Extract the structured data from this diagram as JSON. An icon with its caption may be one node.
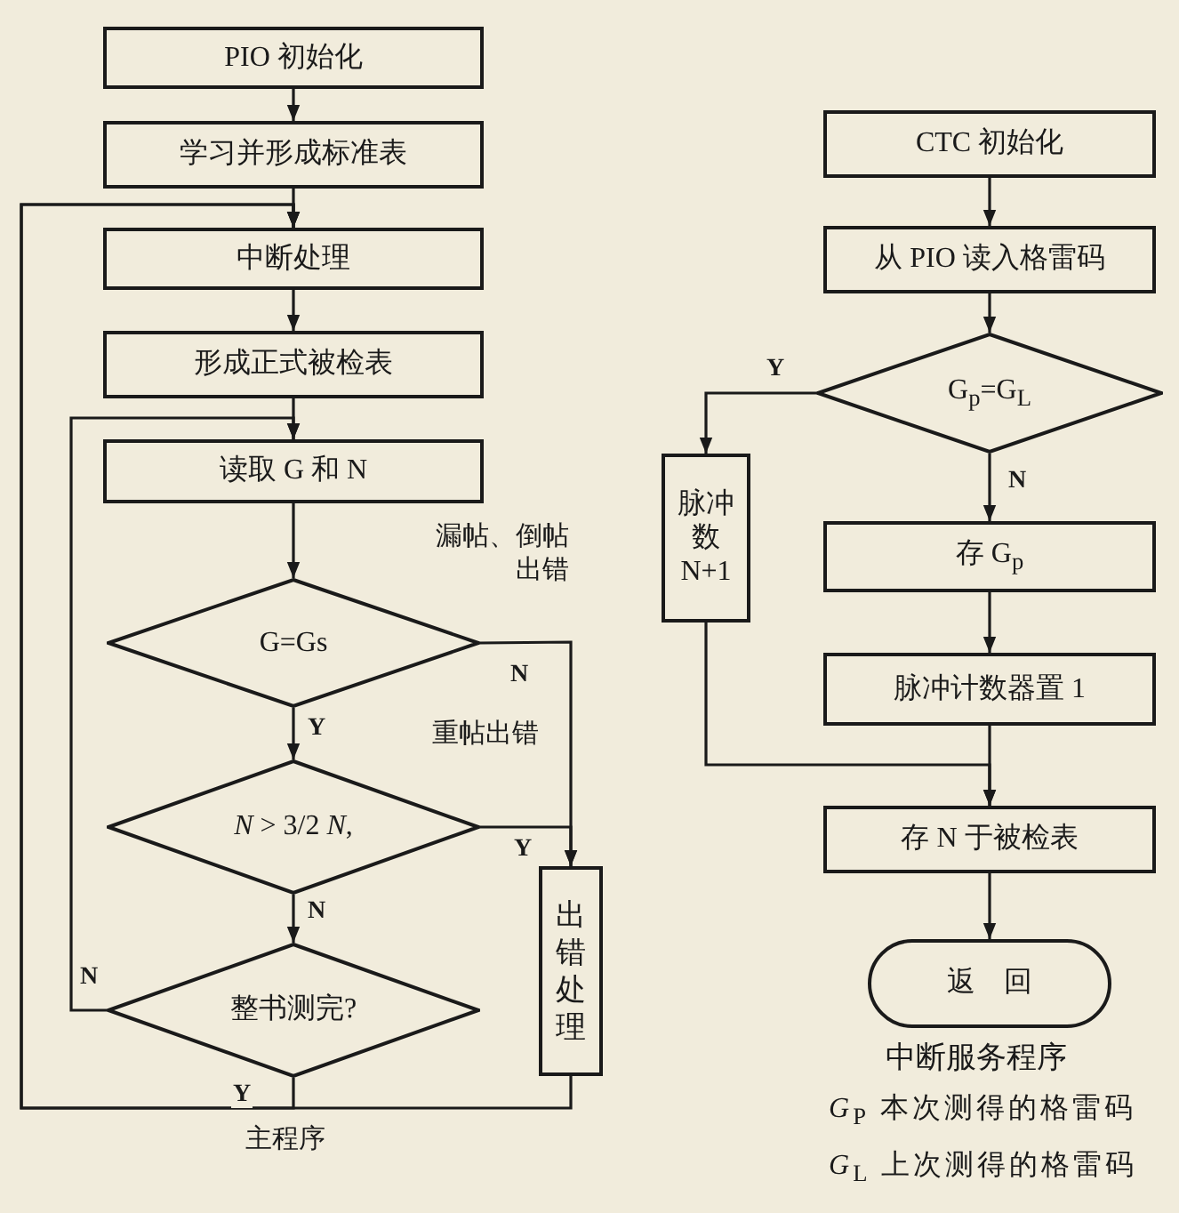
{
  "diagram": {
    "nodes": [
      {
        "text": [
          "PIO 初始化"
        ]
      },
      {
        "text": [
          "学习并形成标准表"
        ]
      },
      {
        "text": [
          "中断处理"
        ]
      },
      {
        "text": [
          "形成正式被检表"
        ]
      },
      {
        "text": [
          "读取 G 和 N"
        ]
      },
      {
        "text": [
          "G=Gs"
        ]
      },
      {
        "text": [
          "*N* > 3/2 *N*,"
        ]
      },
      {
        "text": [
          "整书测完?"
        ]
      },
      {
        "text": [
          "出错处理"
        ]
      },
      {
        "text": [
          "CTC 初始化"
        ]
      },
      {
        "text": [
          "从 PIO 读入格雷码"
        ]
      },
      {
        "text": [
          "G$_{p}$=G$_{L}$"
        ]
      },
      {
        "text": [
          "脉冲数 N+1"
        ]
      },
      {
        "text": [
          "存 G$_{p}$"
        ]
      },
      {
        "text": [
          "脉冲计数器置 1"
        ]
      },
      {
        "text": [
          "存 N 于被检表"
        ]
      },
      {
        "text": [
          "返　回"
        ]
      }
    ],
    "edges": [
      {
        "from": 0,
        "to": 1,
        "arrow": "to"
      },
      {
        "from": 1,
        "to": 2,
        "arrow": "to"
      },
      {
        "from": 2,
        "to": 3,
        "arrow": "to"
      },
      {
        "from": 3,
        "to": 4,
        "arrow": "to"
      },
      {
        "from": 4,
        "to": 5,
        "arrow": "to"
      },
      {
        "from": 5,
        "to": 6,
        "arrow": "to",
        "label": "Y"
      },
      {
        "from": 6,
        "to": 7,
        "arrow": "to",
        "label": "N"
      },
      {
        "from": 5,
        "to": 8,
        "arrow": "to",
        "label": "N"
      },
      {
        "from": 6,
        "to": 8,
        "arrow": "to",
        "label": "Y"
      },
      {
        "from": 7,
        "to": 4,
        "arrow": "to",
        "label": "N"
      },
      {
        "from": 7,
        "to": 2,
        "arrow": "to",
        "label": "Y"
      },
      {
        "from": 8,
        "to": 2,
        "arrow": "to"
      },
      {
        "from": 9,
        "to": 10,
        "arrow": "to"
      },
      {
        "from": 10,
        "to": 11,
        "arrow": "to"
      },
      {
        "from": 11,
        "to": 12,
        "arrow": "to",
        "label": "Y"
      },
      {
        "from": 11,
        "to": 13,
        "arrow": "to",
        "label": "N"
      },
      {
        "from": 13,
        "to": 14,
        "arrow": "to"
      },
      {
        "from": 14,
        "to": 15,
        "arrow": "to"
      },
      {
        "from": 12,
        "to": 15,
        "arrow": "to"
      },
      {
        "from": 15,
        "to": 16,
        "arrow": "to"
      }
    ],
    "labels": [
      "漏帖、倒帖出错",
      "重帖出错",
      "主程序",
      "中断服务程序",
      "*G*$_{P}$ 本次测得的格雷码",
      "*G*$_{L}$ 上次测得的格雷码"
    ]
  }
}
